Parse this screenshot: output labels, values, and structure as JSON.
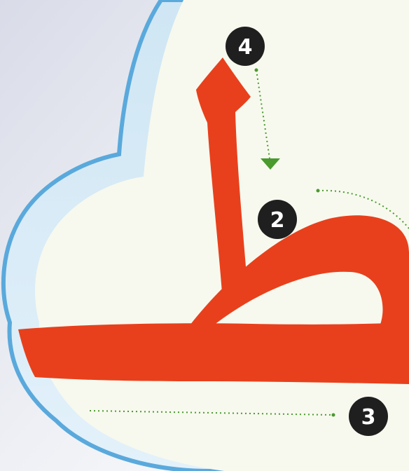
{
  "illustration": {
    "subject": "letter-stroke-order",
    "glyph_color": "#e8401c",
    "guide_color": "#4a9a2e",
    "cloud_border_color": "#5aa9dc",
    "cloud_fill_color": "#f7f9ee",
    "steps": [
      {
        "label": "4",
        "stroke": "downstroke"
      },
      {
        "label": "2",
        "stroke": "loop"
      },
      {
        "label": "3",
        "stroke": "baseline"
      }
    ]
  }
}
